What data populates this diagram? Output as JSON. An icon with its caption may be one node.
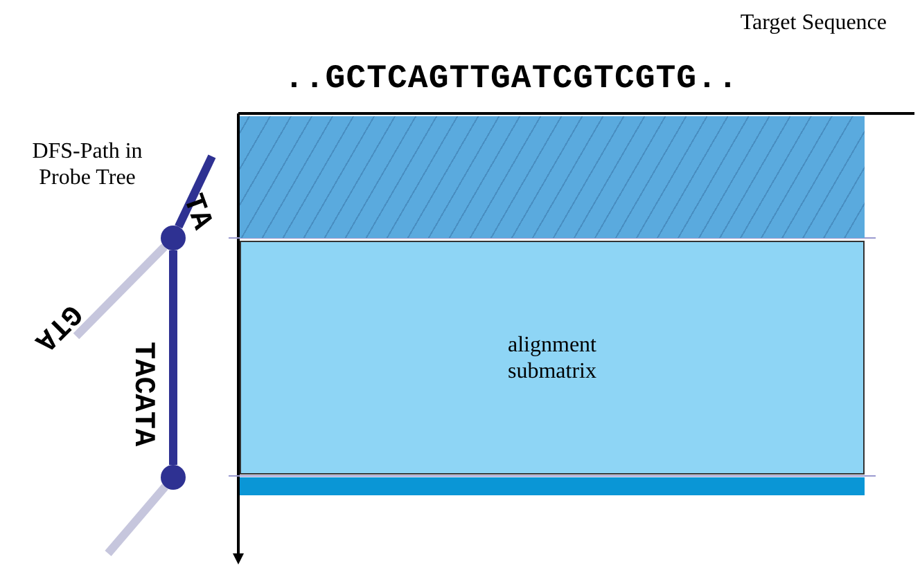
{
  "diagram": {
    "nodes": [
      {
        "text": [
          "alignment submatrix"
        ]
      },
      {
        "text": [],
        "shape": "box"
      },
      {
        "text": [],
        "shape": "bar"
      },
      {
        "text": [],
        "shape": "circle"
      },
      {
        "text": [],
        "shape": "circle"
      }
    ],
    "edges": [
      {
        "from": null,
        "to": 3,
        "arrow": "none",
        "label": "TA"
      },
      {
        "from": 3,
        "to": 4,
        "arrow": "none",
        "label": "TACATA"
      },
      {
        "from": 3,
        "to": null,
        "arrow": "none",
        "label": "GTA",
        "color": "#c6c6dd"
      },
      {
        "from": 4,
        "to": null,
        "arrow": "none",
        "color": "#c6c6dd"
      }
    ],
    "labels": [
      "Target Sequence",
      "..GCTCAGTTGATCGTCGTG..",
      "DFS-Path in Probe Tree"
    ]
  }
}
